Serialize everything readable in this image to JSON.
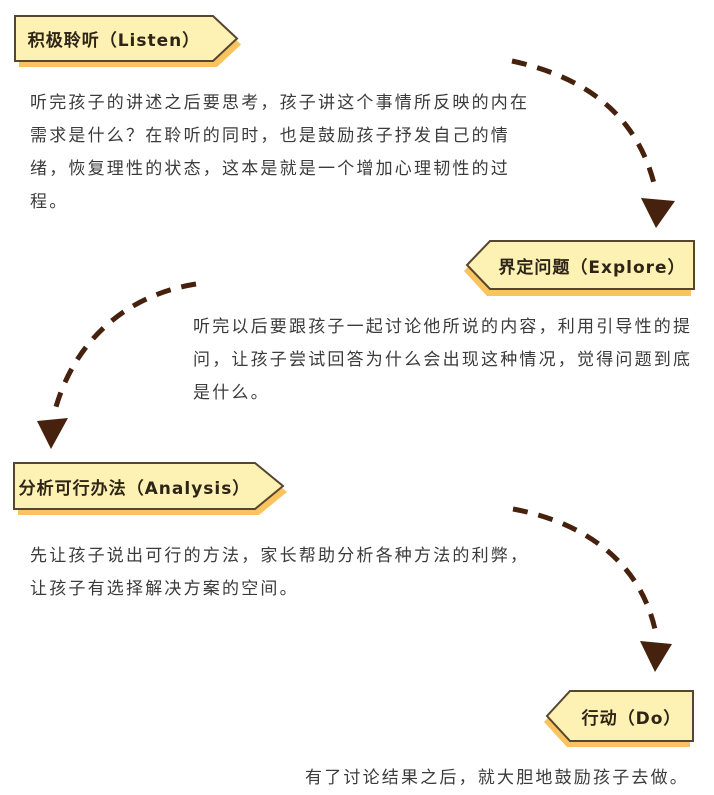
{
  "page": {
    "background": "#ffffff",
    "kind": "parenting-steps-flow-diagram"
  },
  "colors": {
    "banner_fill": "#fdf2b4",
    "banner_border": "#57452e",
    "banner_shadow": "#f9c45f",
    "banner_text": "#2e2517",
    "body_text": "#3b3b3b",
    "arrow": "#45210e"
  },
  "sections": [
    {
      "banner_label": "积极聆听（Listen）",
      "direction": "right",
      "body_lines": [
        "听完孩子的讲述之后要思考，孩子讲这个事情所反映的内在",
        "需求是什么？在聆听的同时，也是鼓励孩子抒发自己的情",
        "绪，恢复理性的状态，这本是就是一个增加心理韧性的过",
        "程。"
      ]
    },
    {
      "banner_label": "界定问题（Explore）",
      "direction": "left",
      "body_lines": [
        "听完以后要跟孩子一起讨论他所说的内容，利用引导性的提",
        "问，让孩子尝试回答为什么会出现这种情况，觉得问题到底",
        "是什么。"
      ]
    },
    {
      "banner_label": "分析可行办法（Analysis）",
      "direction": "right",
      "body_lines": [
        "先让孩子说出可行的方法，家长帮助分析各种方法的利弊，",
        "让孩子有选择解决方案的空间。"
      ]
    },
    {
      "banner_label": "行动（Do）",
      "direction": "left",
      "body_lines": [
        "有了讨论结果之后，就大胆地鼓励孩子去做。"
      ]
    }
  ]
}
